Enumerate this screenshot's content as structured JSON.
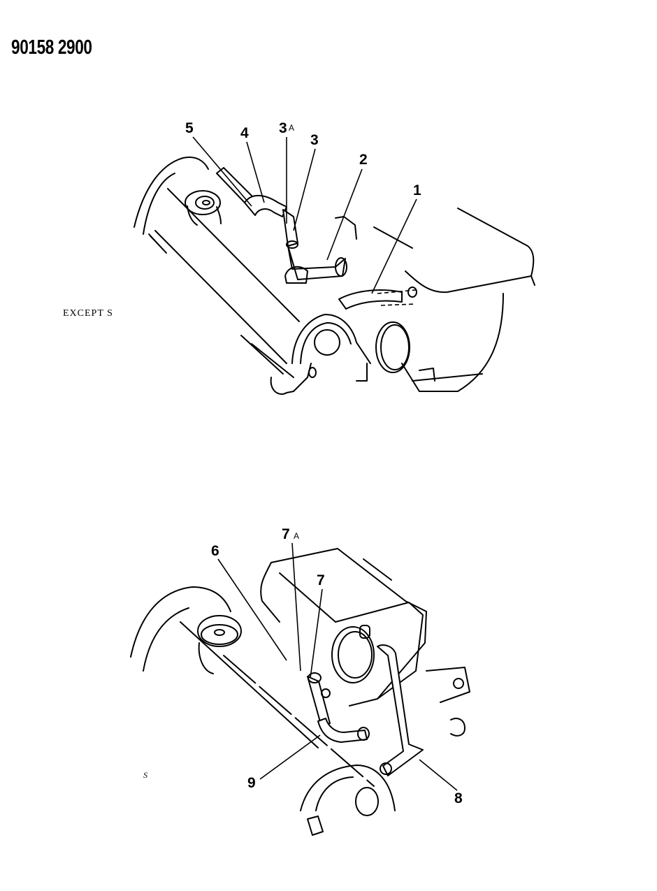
{
  "document": {
    "id": "90158 2900"
  },
  "figures": [
    {
      "name": "upper-view",
      "caption": "EXCEPT S",
      "callouts": [
        {
          "label": "1",
          "sub": ""
        },
        {
          "label": "2",
          "sub": ""
        },
        {
          "label": "3",
          "sub": ""
        },
        {
          "label": "3",
          "sub": "A"
        },
        {
          "label": "4",
          "sub": ""
        },
        {
          "label": "5",
          "sub": ""
        }
      ]
    },
    {
      "name": "lower-view",
      "caption": "S",
      "callouts": [
        {
          "label": "6",
          "sub": ""
        },
        {
          "label": "7",
          "sub": ""
        },
        {
          "label": "7",
          "sub": "A"
        },
        {
          "label": "8",
          "sub": ""
        },
        {
          "label": "9",
          "sub": ""
        }
      ]
    }
  ]
}
